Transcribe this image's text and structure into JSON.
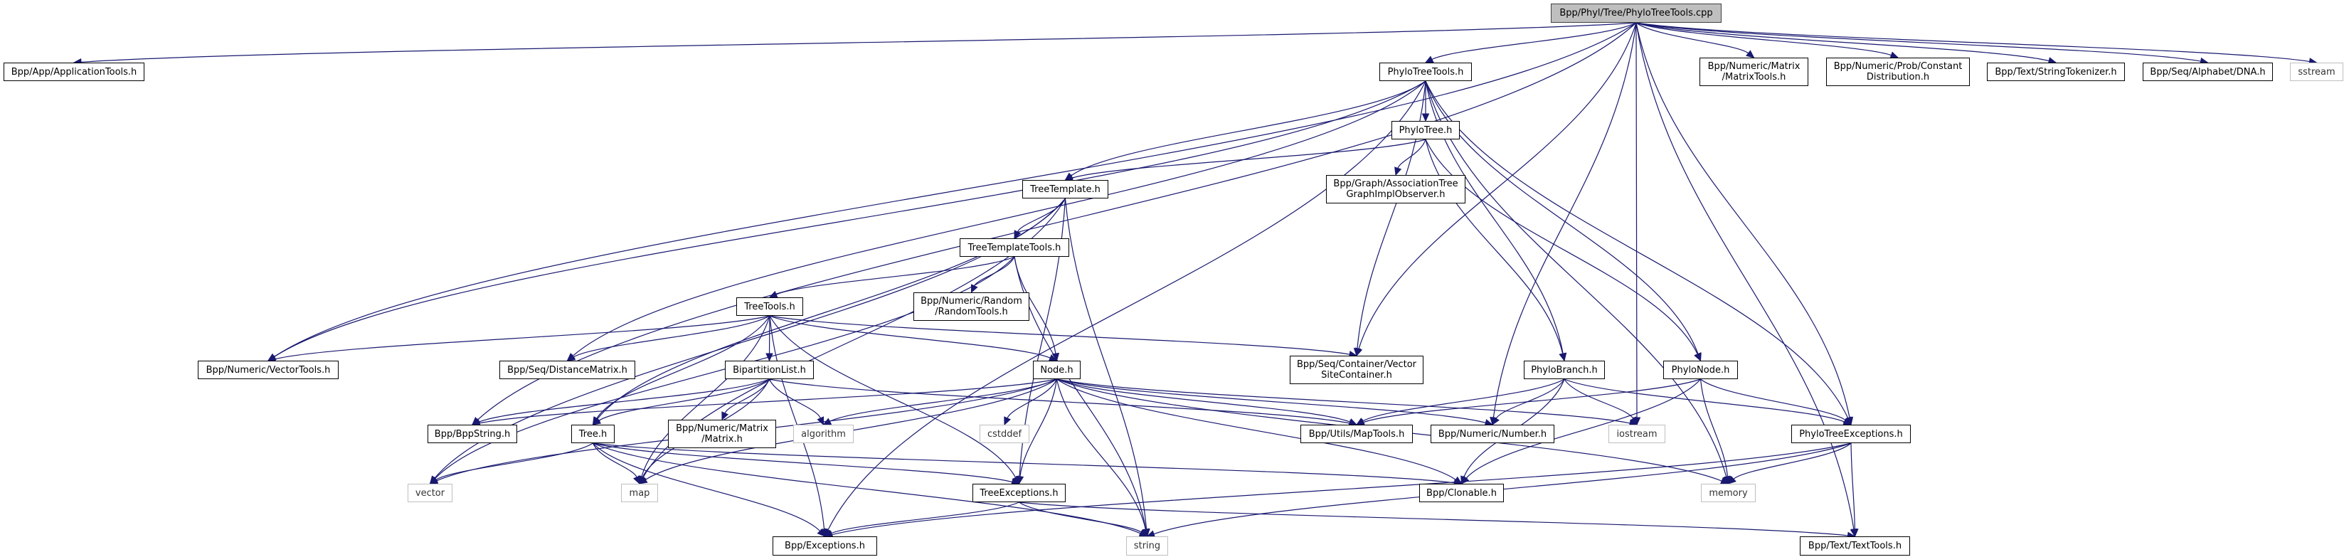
{
  "graph": {
    "edge_color": "#191970",
    "root_fill": "#bfbfbf",
    "system_border": "#bfbfbf",
    "nodes": [
      {
        "id": "root",
        "lines": [
          "Bpp/Phyl/Tree/PhyloTreeTools.cpp"
        ],
        "kind": "root"
      },
      {
        "id": "apptools",
        "lines": [
          "Bpp/App/ApplicationTools.h"
        ],
        "kind": "project"
      },
      {
        "id": "phylotreetools",
        "lines": [
          "PhyloTreeTools.h"
        ],
        "kind": "project"
      },
      {
        "id": "matrixtools",
        "lines": [
          "Bpp/Numeric/Matrix",
          "/MatrixTools.h"
        ],
        "kind": "project"
      },
      {
        "id": "constdist",
        "lines": [
          "Bpp/Numeric/Prob/Constant",
          "Distribution.h"
        ],
        "kind": "project"
      },
      {
        "id": "stringtok",
        "lines": [
          "Bpp/Text/StringTokenizer.h"
        ],
        "kind": "project"
      },
      {
        "id": "dna",
        "lines": [
          "Bpp/Seq/Alphabet/DNA.h"
        ],
        "kind": "project"
      },
      {
        "id": "sstream",
        "lines": [
          "sstream"
        ],
        "kind": "system"
      },
      {
        "id": "phylotree",
        "lines": [
          "PhyloTree.h"
        ],
        "kind": "project"
      },
      {
        "id": "treetemplate",
        "lines": [
          "TreeTemplate.h"
        ],
        "kind": "project"
      },
      {
        "id": "assoc",
        "lines": [
          "Bpp/Graph/AssociationTree",
          "GraphImplObserver.h"
        ],
        "kind": "project"
      },
      {
        "id": "treetemplatetools",
        "lines": [
          "TreeTemplateTools.h"
        ],
        "kind": "project"
      },
      {
        "id": "randomtools",
        "lines": [
          "Bpp/Numeric/Random",
          "/RandomTools.h"
        ],
        "kind": "project"
      },
      {
        "id": "treetools",
        "lines": [
          "TreeTools.h"
        ],
        "kind": "project"
      },
      {
        "id": "vectortools",
        "lines": [
          "Bpp/Numeric/VectorTools.h"
        ],
        "kind": "project"
      },
      {
        "id": "distmatrix",
        "lines": [
          "Bpp/Seq/DistanceMatrix.h"
        ],
        "kind": "project"
      },
      {
        "id": "bipartition",
        "lines": [
          "BipartitionList.h"
        ],
        "kind": "project"
      },
      {
        "id": "node",
        "lines": [
          "Node.h"
        ],
        "kind": "project"
      },
      {
        "id": "vsc",
        "lines": [
          "Bpp/Seq/Container/Vector",
          "SiteContainer.h"
        ],
        "kind": "project"
      },
      {
        "id": "phylobranch",
        "lines": [
          "PhyloBranch.h"
        ],
        "kind": "project"
      },
      {
        "id": "phylonode",
        "lines": [
          "PhyloNode.h"
        ],
        "kind": "project"
      },
      {
        "id": "bppstring",
        "lines": [
          "Bpp/BppString.h"
        ],
        "kind": "project"
      },
      {
        "id": "tree",
        "lines": [
          "Tree.h"
        ],
        "kind": "project"
      },
      {
        "id": "matrix",
        "lines": [
          "Bpp/Numeric/Matrix",
          "/Matrix.h"
        ],
        "kind": "project"
      },
      {
        "id": "algorithm",
        "lines": [
          "algorithm"
        ],
        "kind": "system"
      },
      {
        "id": "cstddef",
        "lines": [
          "cstddef"
        ],
        "kind": "system"
      },
      {
        "id": "maptools",
        "lines": [
          "Bpp/Utils/MapTools.h"
        ],
        "kind": "project"
      },
      {
        "id": "number",
        "lines": [
          "Bpp/Numeric/Number.h"
        ],
        "kind": "project"
      },
      {
        "id": "iostream",
        "lines": [
          "iostream"
        ],
        "kind": "system"
      },
      {
        "id": "phylotreeexc",
        "lines": [
          "PhyloTreeExceptions.h"
        ],
        "kind": "project"
      },
      {
        "id": "vector",
        "lines": [
          "vector"
        ],
        "kind": "system"
      },
      {
        "id": "map",
        "lines": [
          "map"
        ],
        "kind": "system"
      },
      {
        "id": "treeexc",
        "lines": [
          "TreeExceptions.h"
        ],
        "kind": "project"
      },
      {
        "id": "clonable",
        "lines": [
          "Bpp/Clonable.h"
        ],
        "kind": "project"
      },
      {
        "id": "memory",
        "lines": [
          "memory"
        ],
        "kind": "system"
      },
      {
        "id": "exceptions",
        "lines": [
          "Bpp/Exceptions.h"
        ],
        "kind": "project"
      },
      {
        "id": "string",
        "lines": [
          "string"
        ],
        "kind": "system"
      },
      {
        "id": "texttools",
        "lines": [
          "Bpp/Text/TextTools.h"
        ],
        "kind": "project"
      }
    ],
    "edges": [
      [
        "root",
        "apptools"
      ],
      [
        "root",
        "bppstring"
      ],
      [
        "root",
        "vectortools"
      ],
      [
        "root",
        "phylotreetools"
      ],
      [
        "root",
        "matrixtools"
      ],
      [
        "root",
        "constdist"
      ],
      [
        "root",
        "stringtok"
      ],
      [
        "root",
        "dna"
      ],
      [
        "root",
        "sstream"
      ],
      [
        "root",
        "vsc"
      ],
      [
        "root",
        "number"
      ],
      [
        "root",
        "iostream"
      ],
      [
        "root",
        "phylotreeexc"
      ],
      [
        "root",
        "texttools"
      ],
      [
        "phylotreetools",
        "vectortools"
      ],
      [
        "phylotreetools",
        "distmatrix"
      ],
      [
        "phylotreetools",
        "exceptions"
      ],
      [
        "phylotreetools",
        "treetemplate"
      ],
      [
        "phylotreetools",
        "vsc"
      ],
      [
        "phylotreetools",
        "phylotree"
      ],
      [
        "phylotreetools",
        "phylobranch"
      ],
      [
        "phylotreetools",
        "phylonode"
      ],
      [
        "phylotreetools",
        "memory"
      ],
      [
        "phylotreetools",
        "phylotreeexc"
      ],
      [
        "phylotree",
        "treetemplate"
      ],
      [
        "phylotree",
        "assoc"
      ],
      [
        "phylotree",
        "phylobranch"
      ],
      [
        "phylotree",
        "phylonode"
      ],
      [
        "treetemplate",
        "treetemplatetools"
      ],
      [
        "treetemplate",
        "vector"
      ],
      [
        "treetemplate",
        "map"
      ],
      [
        "treetemplate",
        "tree"
      ],
      [
        "treetemplate",
        "treeexc"
      ],
      [
        "treetemplate",
        "string"
      ],
      [
        "treetemplatetools",
        "treetools"
      ],
      [
        "treetemplatetools",
        "randomtools"
      ],
      [
        "treetemplatetools",
        "node"
      ],
      [
        "treetemplatetools",
        "string"
      ],
      [
        "treetemplatetools",
        "vector"
      ],
      [
        "treetools",
        "vectortools"
      ],
      [
        "treetools",
        "distmatrix"
      ],
      [
        "treetools",
        "bipartition"
      ],
      [
        "treetools",
        "tree"
      ],
      [
        "treetools",
        "node"
      ],
      [
        "treetools",
        "vsc"
      ],
      [
        "treetools",
        "treeexc"
      ],
      [
        "treetools",
        "exceptions"
      ],
      [
        "treetools",
        "map"
      ],
      [
        "bipartition",
        "tree"
      ],
      [
        "bipartition",
        "matrix"
      ],
      [
        "bipartition",
        "algorithm"
      ],
      [
        "bipartition",
        "map"
      ],
      [
        "bipartition",
        "maptools"
      ],
      [
        "bipartition",
        "bppstring"
      ],
      [
        "tree",
        "vector"
      ],
      [
        "tree",
        "map"
      ],
      [
        "tree",
        "string"
      ],
      [
        "tree",
        "treeexc"
      ],
      [
        "tree",
        "clonable"
      ],
      [
        "tree",
        "exceptions"
      ],
      [
        "node",
        "bppstring"
      ],
      [
        "node",
        "vector"
      ],
      [
        "node",
        "map"
      ],
      [
        "node",
        "algorithm"
      ],
      [
        "node",
        "cstddef"
      ],
      [
        "node",
        "treeexc"
      ],
      [
        "node",
        "string"
      ],
      [
        "node",
        "maptools"
      ],
      [
        "node",
        "number"
      ],
      [
        "node",
        "clonable"
      ],
      [
        "node",
        "memory"
      ],
      [
        "node",
        "iostream"
      ],
      [
        "phylobranch",
        "maptools"
      ],
      [
        "phylobranch",
        "number"
      ],
      [
        "phylobranch",
        "clonable"
      ],
      [
        "phylobranch",
        "iostream"
      ],
      [
        "phylobranch",
        "phylotreeexc"
      ],
      [
        "phylonode",
        "maptools"
      ],
      [
        "phylonode",
        "clonable"
      ],
      [
        "phylonode",
        "memory"
      ],
      [
        "phylonode",
        "phylotreeexc"
      ],
      [
        "phylotreeexc",
        "memory"
      ],
      [
        "phylotreeexc",
        "texttools"
      ],
      [
        "phylotreeexc",
        "string"
      ],
      [
        "phylotreeexc",
        "exceptions"
      ],
      [
        "treeexc",
        "exceptions"
      ],
      [
        "treeexc",
        "string"
      ],
      [
        "treeexc",
        "texttools"
      ]
    ]
  }
}
